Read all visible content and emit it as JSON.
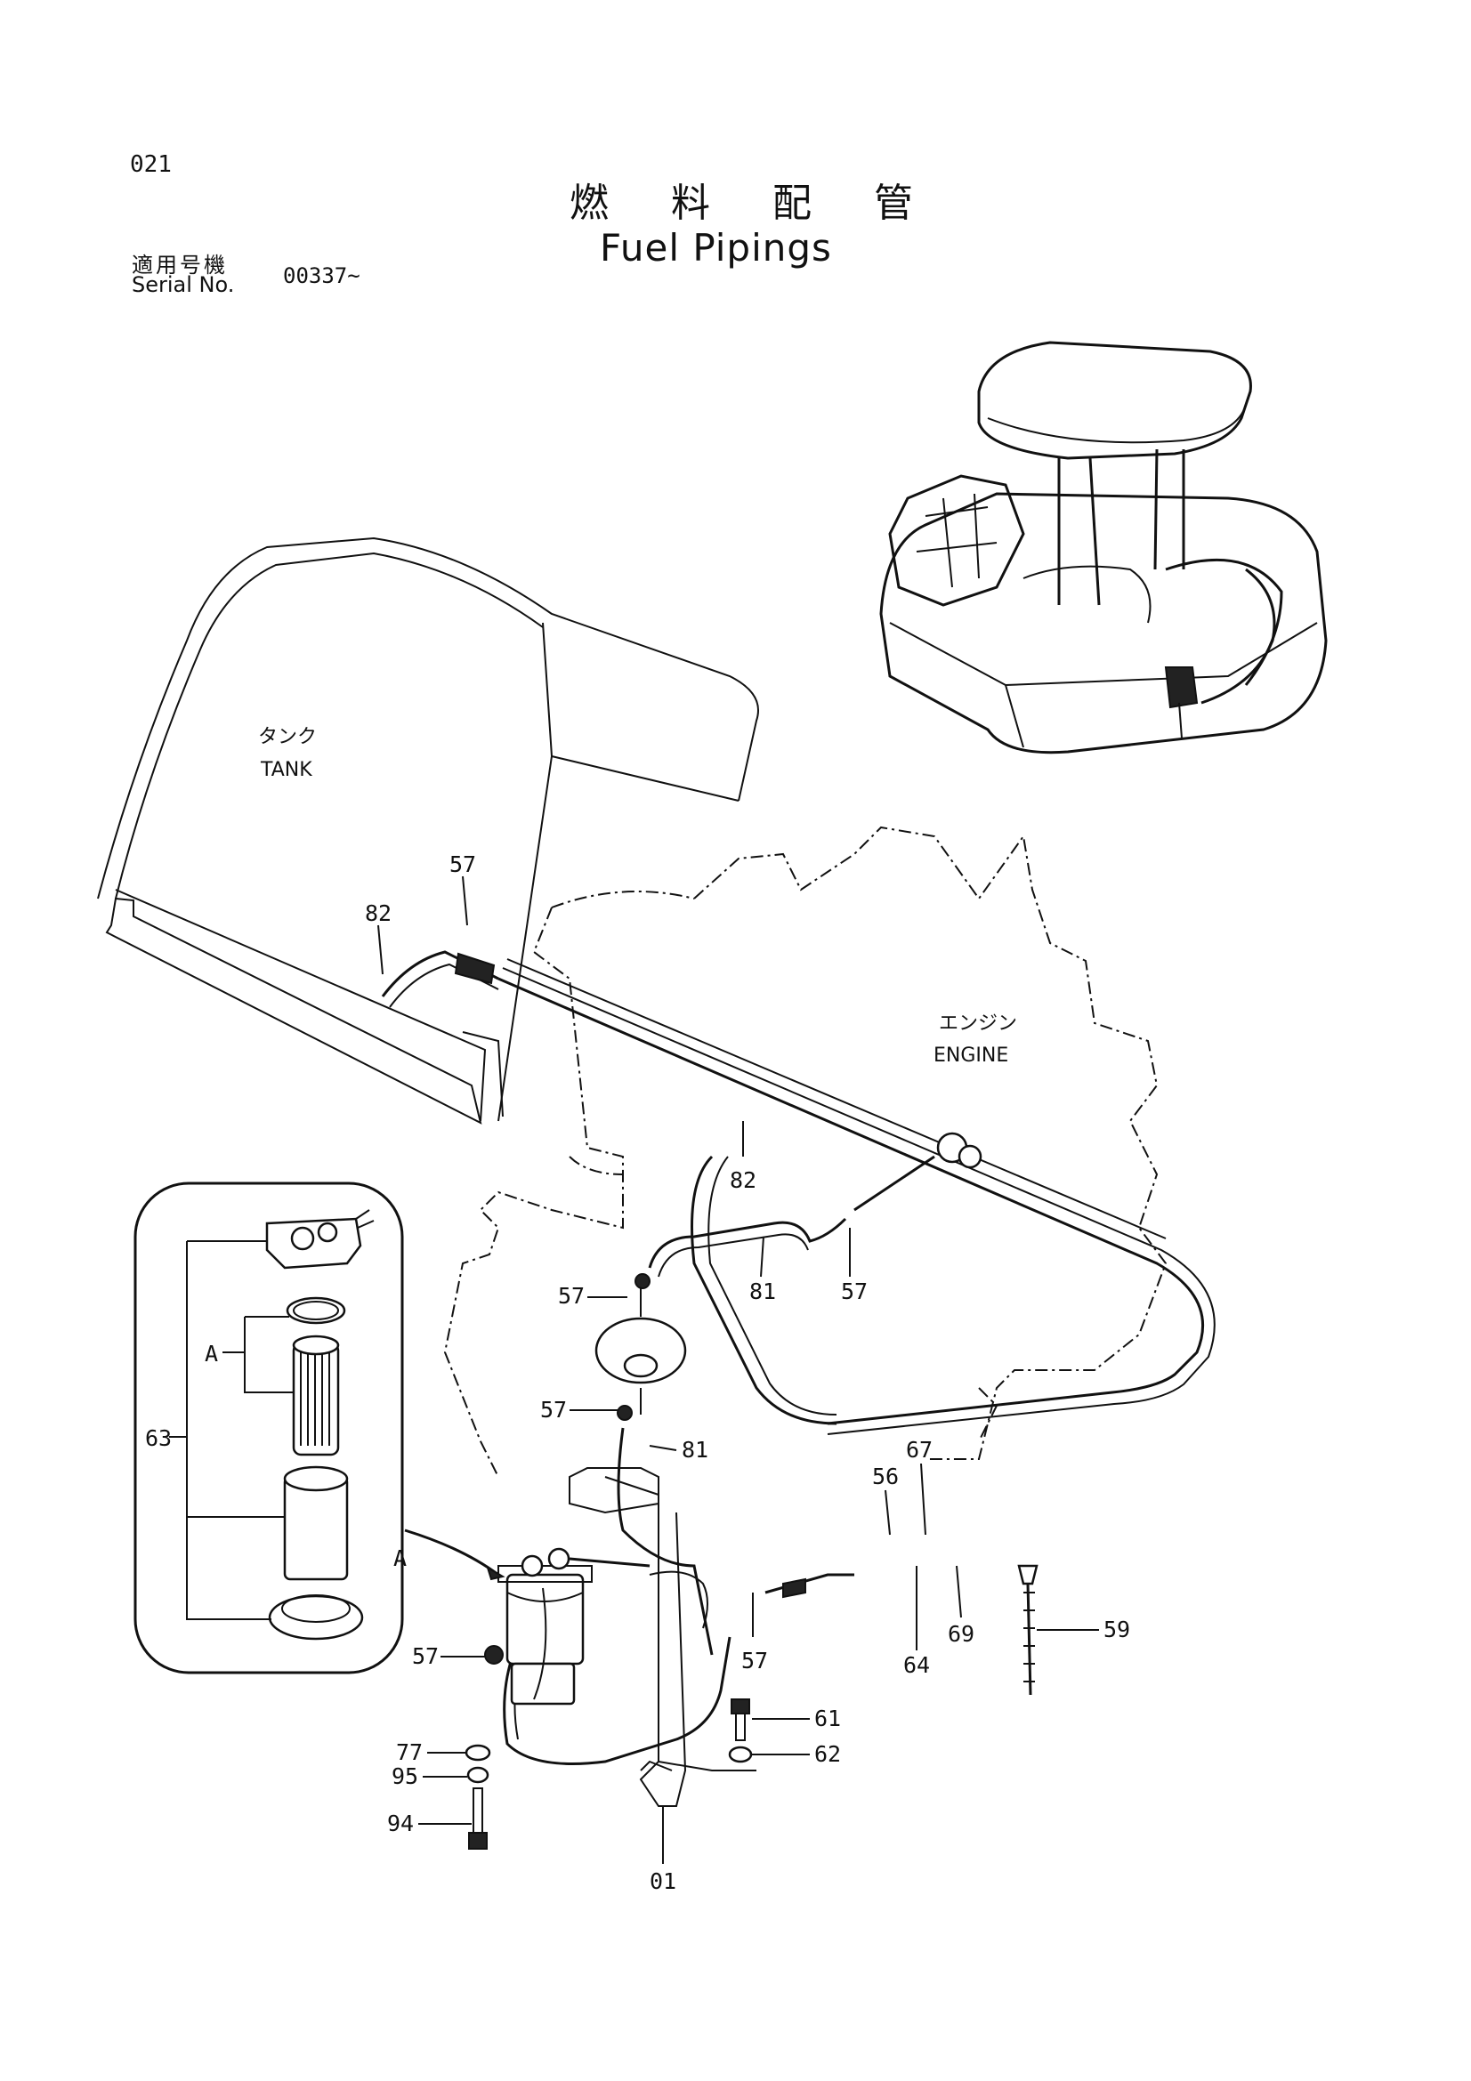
{
  "page_number": "021",
  "title_jp": "燃 料 配 管",
  "title_en": "Fuel Pipings",
  "serial": {
    "label_jp": "適用号機",
    "label_en": "Serial No.",
    "value": "00337~"
  },
  "zones": {
    "tank_jp": "タンク",
    "tank_en": "TANK",
    "engine_jp": "エンジン",
    "engine_en": "ENGINE"
  },
  "detail_label": "A",
  "callouts": [
    "57",
    "82",
    "82",
    "81",
    "57",
    "57",
    "57",
    "81",
    "56",
    "67",
    "57",
    "57",
    "64",
    "69",
    "59",
    "61",
    "62",
    "77",
    "95",
    "94",
    "01",
    "63",
    "A",
    "A"
  ]
}
